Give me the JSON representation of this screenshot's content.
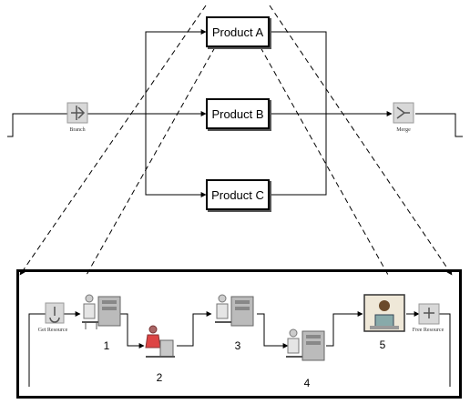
{
  "diagram": {
    "products": {
      "a": "Product A",
      "b": "Product B",
      "c": "Product C"
    },
    "flow": {
      "branch_label": "Branch",
      "merge_label": "Merge"
    },
    "detail": {
      "get_resource_label": "Get Resource",
      "free_resource_label": "Free Resource",
      "steps": [
        "1",
        "2",
        "3",
        "4",
        "5"
      ]
    }
  }
}
